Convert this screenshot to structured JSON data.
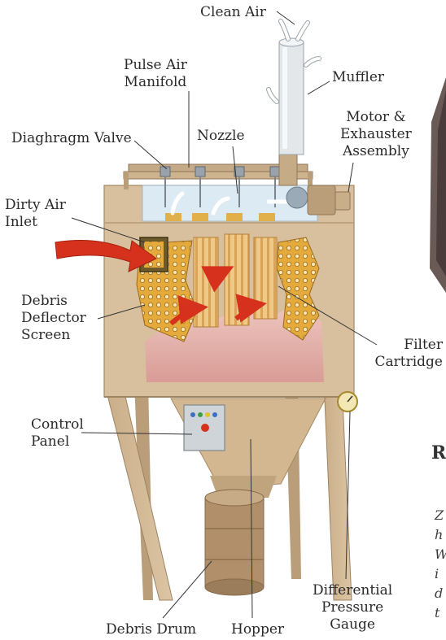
{
  "labels": {
    "clean_air": "Clean Air",
    "pulse_air_manifold": "Pulse Air\nManifold",
    "muffler": "Muffler",
    "motor_exhauster": "Motor &\nExhauster\nAssembly",
    "diaghragm_valve": "Diaghragm Valve",
    "nozzle": "Nozzle",
    "dirty_air_inlet": "Dirty Air\nInlet",
    "debris_deflector_screen": "Debris\nDeflector\nScreen",
    "filter_cartridge": "Filter\nCartridge",
    "control_panel": "Control\nPanel",
    "debris_drum": "Debris Drum",
    "hopper": "Hopper",
    "differential_pressure_gauge": "Differential\nPressure\nGauge"
  },
  "right_edge": {
    "heading_fragment": "R",
    "text_fragments": [
      "Z",
      "h",
      "W",
      "i",
      "d",
      "t"
    ]
  },
  "colors": {
    "cabinet": "#d8bf9d",
    "cabinet_dark": "#b79c76",
    "chamber_glass": "#dceaf4",
    "filter": "#e8b96a",
    "screen": "#e4aa3c",
    "arrow": "#d6311c",
    "dust": "#dfa6a2",
    "muffler": "#e3e7ea"
  }
}
